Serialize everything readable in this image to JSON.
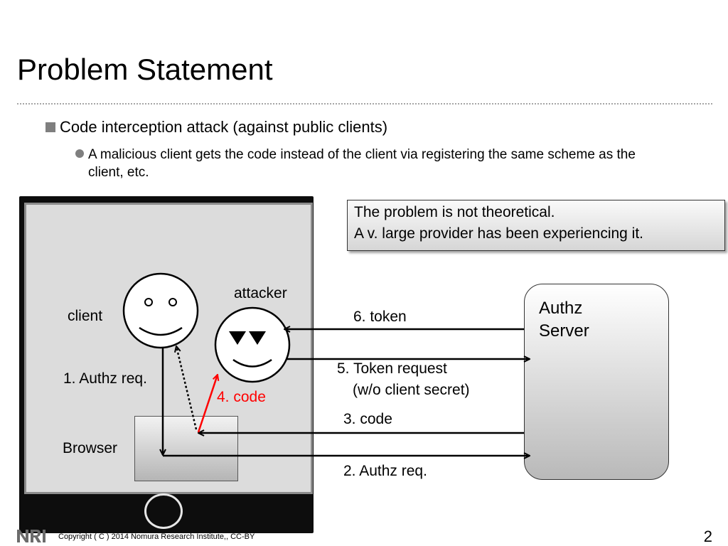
{
  "slide": {
    "title": "Problem Statement",
    "bullet_level1": "Code interception attack (against public clients)",
    "bullet_level2": "A malicious client gets the code instead of the client via registering the same scheme as the client, etc.",
    "page_number": "2"
  },
  "note": {
    "line1": "The problem is not theoretical.",
    "line2": "A v. large provider has been experiencing it."
  },
  "diagram": {
    "client_label": "client",
    "attacker_label": "attacker",
    "browser_label": "Browser",
    "server_label_line1": "Authz",
    "server_label_line2": "Server",
    "steps": {
      "authz_req_1": "1. Authz req.",
      "authz_req_2": "2. Authz req.",
      "code_3": "3. code",
      "code_4": "4. code",
      "token_request_5_line1": "5. Token request",
      "token_request_5_line2": "(w/o client secret)",
      "token_6": "6. token"
    }
  },
  "footer": {
    "copyright": "Copyright ( C ) 2014 Nomura Research Institute,, CC-BY"
  },
  "colors": {
    "attack_highlight": "#ff0000",
    "bullet_gray": "#7f7f7f",
    "phone_body": "#0d0d0d",
    "screen_bg": "#dcdcdc"
  },
  "icons": [
    "smiley-face-icon",
    "attacker-face-icon",
    "home-button-icon",
    "nri-logo-icon"
  ]
}
